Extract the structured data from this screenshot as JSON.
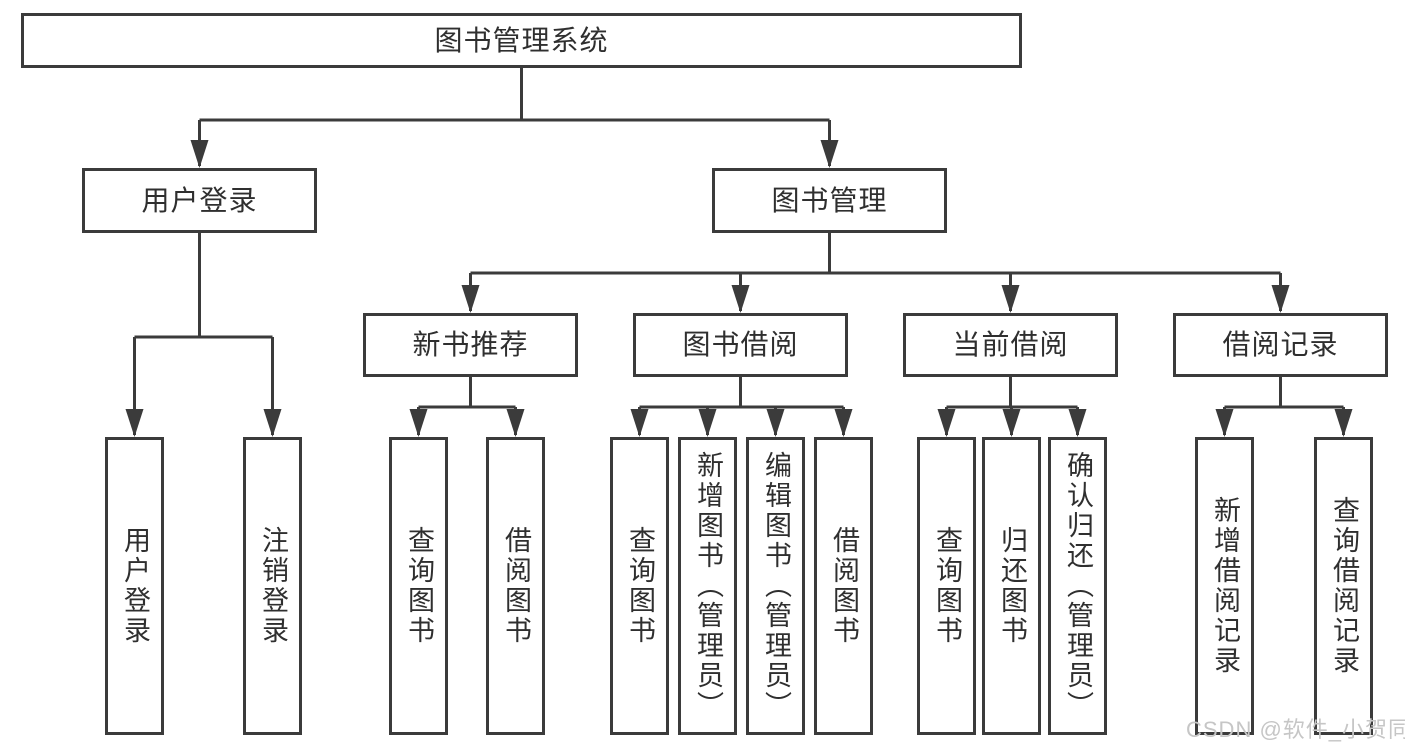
{
  "diagram_title": "图书管理系统",
  "tree": {
    "label": "图书管理系统",
    "children": [
      {
        "label": "用户登录",
        "children": [
          {
            "label": "用户登录"
          },
          {
            "label": "注销登录"
          }
        ]
      },
      {
        "label": "图书管理",
        "children": [
          {
            "label": "新书推荐",
            "children": [
              {
                "label": "查询图书"
              },
              {
                "label": "借阅图书"
              }
            ]
          },
          {
            "label": "图书借阅",
            "children": [
              {
                "label": "查询图书"
              },
              {
                "label": "新增图书（管理员）"
              },
              {
                "label": "编辑图书（管理员）"
              },
              {
                "label": "借阅图书"
              }
            ]
          },
          {
            "label": "当前借阅",
            "children": [
              {
                "label": "查询图书"
              },
              {
                "label": "归还图书"
              },
              {
                "label": "确认归还（管理员）"
              }
            ]
          },
          {
            "label": "借阅记录",
            "children": [
              {
                "label": "新增借阅记录"
              },
              {
                "label": "查询借阅记录"
              }
            ]
          }
        ]
      }
    ]
  },
  "watermark": "CSDN @软件_小贺同学",
  "colors": {
    "line": "#3b3b3b",
    "box_border": "#3b3b3b",
    "text": "#2f2f2f",
    "background": "#ffffff",
    "watermark_text": "#c6c6c6"
  }
}
